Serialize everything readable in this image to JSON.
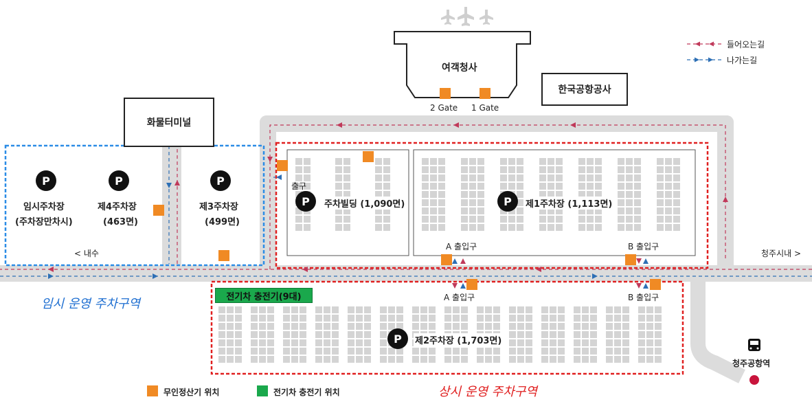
{
  "buildings": {
    "terminal": "여객청사",
    "kac": "한국공항공사",
    "cargo": "화물터미널",
    "gate2": "2 Gate",
    "gate1": "1 Gate"
  },
  "lots": {
    "temp": {
      "p": "P",
      "line1": "임시주차장",
      "line2": "(주차장만차시)"
    },
    "lot4": {
      "p": "P",
      "line1": "제4주차장",
      "line2": "(463면)"
    },
    "lot3": {
      "p": "P",
      "line1": "제3주차장",
      "line2": "(499면)"
    },
    "building": {
      "p": "P",
      "label": "주차빌딩 (1,090면)"
    },
    "lot1": {
      "p": "P",
      "label": "제1주차장 (1,113면)"
    },
    "lot2": {
      "p": "P",
      "label": "제2주차장 (1,703면)"
    }
  },
  "labels": {
    "exit": "출구",
    "a_gate_top": "A 출입구",
    "b_gate_top": "B 출입구",
    "a_gate_bottom": "A 출입구",
    "b_gate_bottom": "B 출입구",
    "naesu": "< 내수",
    "city": "청주시내 >",
    "ev_charger": "전기차 충전기(9대)",
    "station": "청주공항역",
    "train_icon": "train-icon"
  },
  "zones": {
    "temp": "임시 운영 주차구역",
    "regular": "상시 운영 주차구역"
  },
  "legend": {
    "incoming": "들어오는길",
    "outgoing": "나가는길",
    "pay_station": "무인정산기 위치",
    "ev_location": "전기차 충전기 위치"
  },
  "colors": {
    "road": "#dcdcdc",
    "incoming": "#c0395a",
    "outgoing": "#2d6fb5",
    "pay": "#f08a24",
    "ev": "#1aa84c",
    "temp_zone": "#2b8ce6",
    "regular_zone": "#e02020",
    "zone_text_temp": "#1f6fd1",
    "zone_text_regular": "#e02020"
  }
}
